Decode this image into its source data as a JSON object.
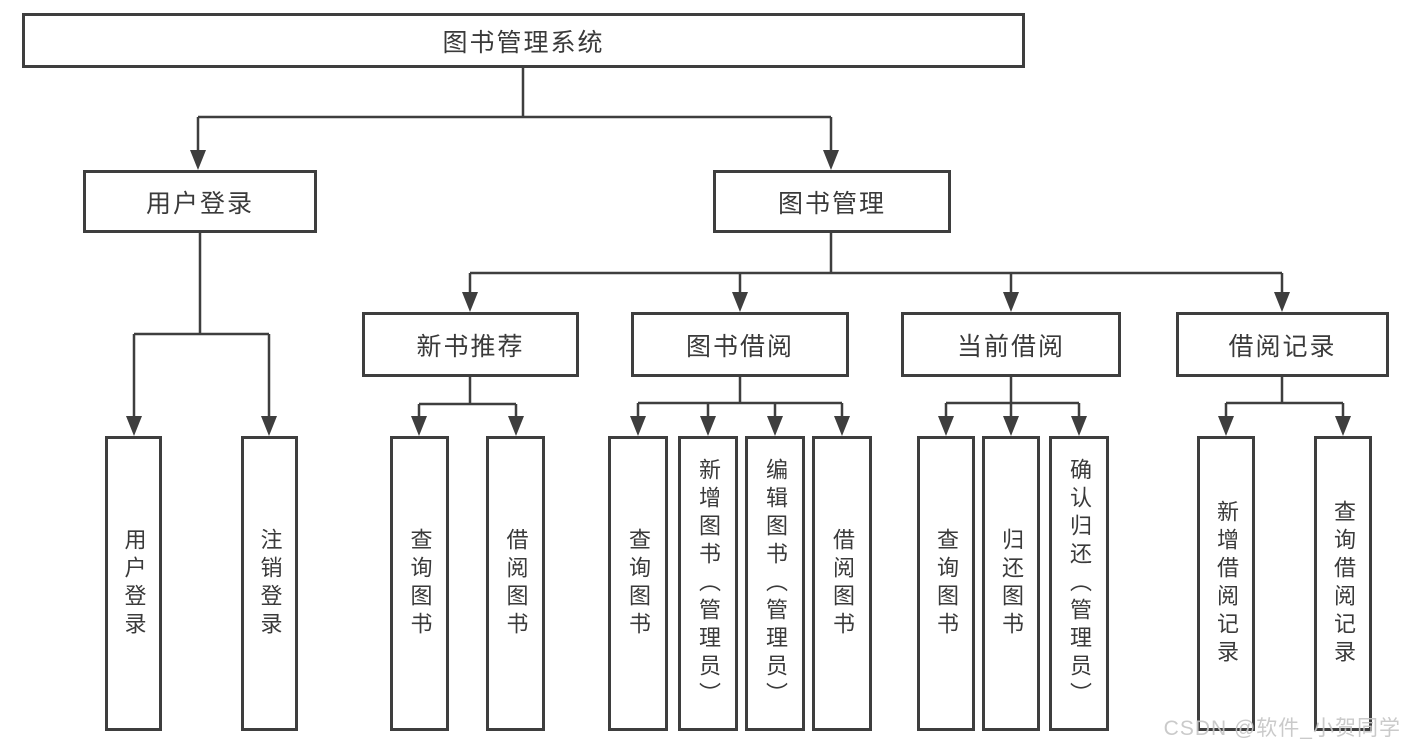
{
  "tree": {
    "label": "图书管理系统",
    "children": [
      {
        "label": "用户登录",
        "children": [
          {
            "label": "用户登录"
          },
          {
            "label": "注销登录"
          }
        ]
      },
      {
        "label": "图书管理",
        "children": [
          {
            "label": "新书推荐",
            "children": [
              {
                "label": "查询图书"
              },
              {
                "label": "借阅图书"
              }
            ]
          },
          {
            "label": "图书借阅",
            "children": [
              {
                "label": "查询图书"
              },
              {
                "label": "新增图书（管理员）"
              },
              {
                "label": "编辑图书（管理员）"
              },
              {
                "label": "借阅图书"
              }
            ]
          },
          {
            "label": "当前借阅",
            "children": [
              {
                "label": "查询图书"
              },
              {
                "label": "归还图书"
              },
              {
                "label": "确认归还（管理员）"
              }
            ]
          },
          {
            "label": "借阅记录",
            "children": [
              {
                "label": "新增借阅记录"
              },
              {
                "label": "查询借阅记录"
              }
            ]
          }
        ]
      }
    ]
  },
  "watermark": {
    "text": "CSDN @软件_小贺同学"
  },
  "colors": {
    "line": "#3e3e3e",
    "box_border": "#3e3e3e",
    "text": "#3a3a3a",
    "background": "#ffffff",
    "watermark": "#c6c6c6"
  }
}
